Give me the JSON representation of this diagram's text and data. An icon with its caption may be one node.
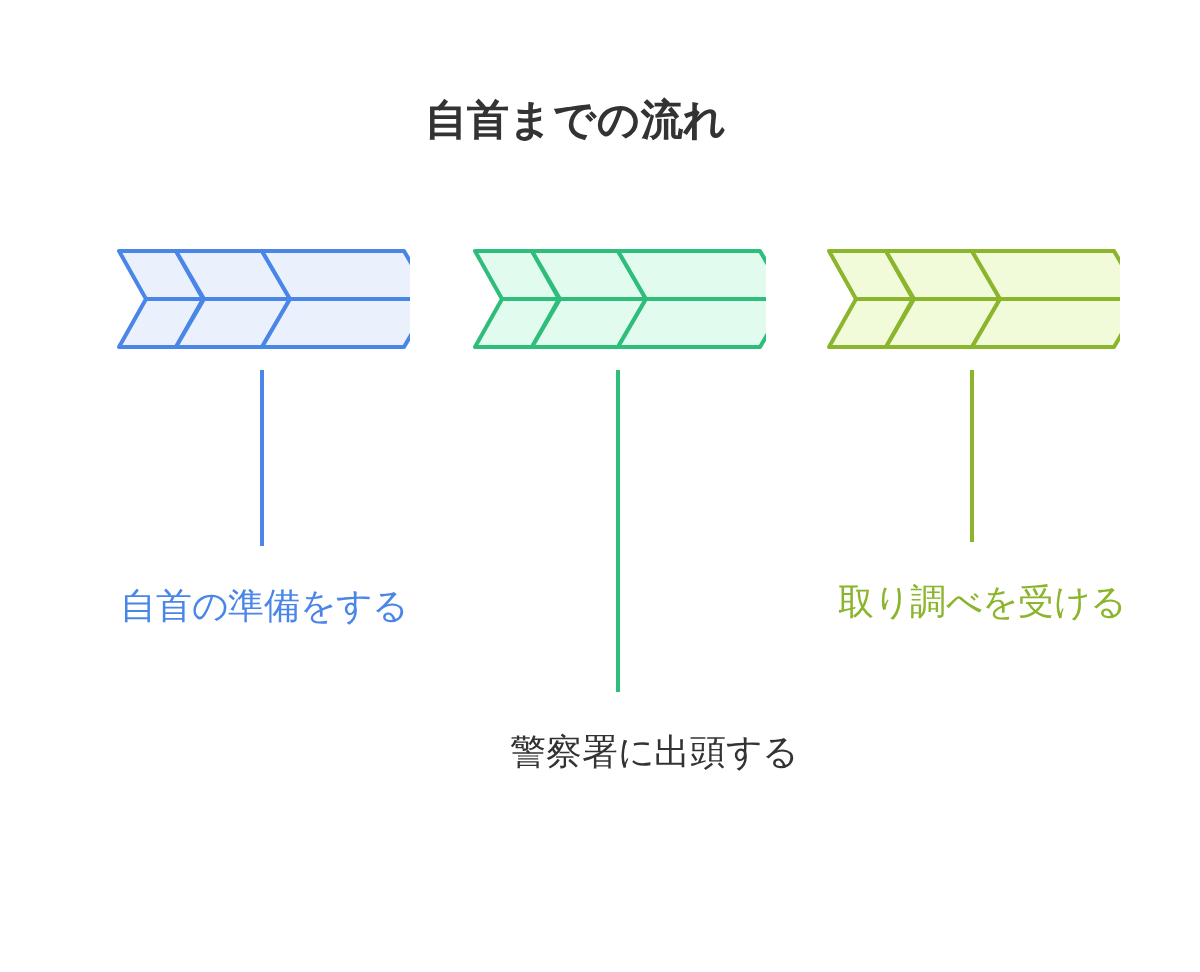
{
  "diagram": {
    "title": "自首までの流れ",
    "nodes": [
      {
        "text": [],
        "shape": "chevron"
      },
      {
        "text": [
          "自首の準備をする"
        ]
      },
      {
        "text": [],
        "shape": "chevron"
      },
      {
        "text": [
          "警察署に出頭する"
        ]
      },
      {
        "text": [],
        "shape": "chevron"
      },
      {
        "text": [
          "取り調べを受ける"
        ]
      }
    ],
    "edges": [
      {
        "from": 1,
        "to": 0,
        "arrow": "none",
        "color": "#4a86e8"
      },
      {
        "from": 3,
        "to": 2,
        "arrow": "none",
        "color": "#2ebd7a"
      },
      {
        "from": 5,
        "to": 4,
        "arrow": "none",
        "color": "#8ab52c"
      }
    ]
  }
}
